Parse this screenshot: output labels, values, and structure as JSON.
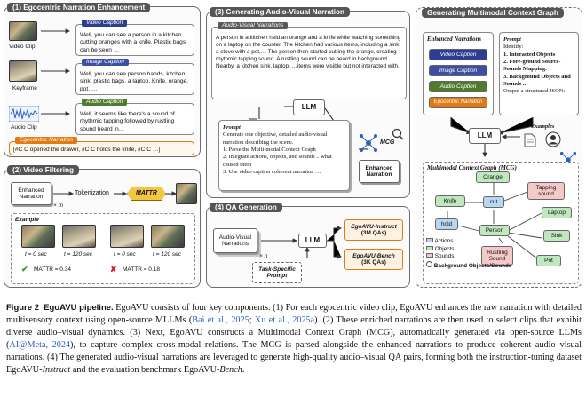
{
  "panels": {
    "p1_title": "(1) Egocentric Narration Enhancement",
    "p2_title": "(2) Video Filtering",
    "p3_title": "(3) Generating Audio-Visual Narration",
    "p4_title": "(4) QA Generation",
    "p5_title": "Generating Multimodal Context Graph"
  },
  "p1": {
    "video_clip_label": "Video Clip",
    "keyframe_label": "Keyframe",
    "audio_clip_label": "Audio Clip",
    "video_caption_tag": "Video Caption",
    "video_caption_text": "Well, you can see a person in a kitchen cutting oranges with a knife. Plastic bags can be seen …",
    "image_caption_tag": "Image Caption",
    "image_caption_text": "Well, you can see person hands, kitchen sink, plastic bags, a laptop, Knife, orange, pot, …",
    "audio_caption_tag": "Audio Caption",
    "audio_caption_text": "Well, it seems like there's a sound of rhythmic tapping followed by rustling sound heard in…",
    "ego_narration_tag": "Egocentric Narration",
    "ego_narration_text": "[#C C opened the drawer, #C C holds the knife, #C C …]"
  },
  "p2": {
    "enhanced_narration": "Enhanced Narration",
    "times_m": "× m",
    "tokenization": "Tokenization",
    "mattr": "MATTR",
    "example_label": "Example",
    "t0_a": "t = 0 sec",
    "t120_a": "t = 120 sec",
    "t0_b": "t = 0 sec",
    "t120_b": "t = 120 sec",
    "check": "✔",
    "cross": "✘",
    "mattr_a": "MATTR = 0.34",
    "mattr_b": "MATTR = 0.18"
  },
  "p3": {
    "av_tag": "Audio-Visual Narrations",
    "av_text": "A person in a kitchen held an orange and a knife while watching something on a laptop on the counter. The kitchen had various items, including a sink, a stove with a pot,… The person then started cutting the orange, creating rhythmic tapping sound. A rustling sound can be heard in background. Nearby, a kitchen sink, laptop, …items were visible but not interacted with.",
    "llm": "LLM",
    "prompt_label": "Prompt",
    "prompt_intro": "Generate one objective, detailed audio-visual narration describing the scene.",
    "step1": "1. Parse the Multi-modal Context Graph",
    "step2": "2. Integrate actions, objects, and sounds .. what caused them",
    "step3": "3. Use video caption coherent narration …",
    "mcg": "MCG",
    "enhanced_narration": "Enhanced Narration"
  },
  "p4": {
    "av_narrations": "Audio-Visual Narrations",
    "times_n": "× n",
    "llm": "LLM",
    "task_prompt": "Task-Specific Prompt",
    "instruct": "EgoAVU-Instruct",
    "instruct_count": "(3M QAs)",
    "bench": "EgoAVU-Bench",
    "bench_count": "(3K QAs)"
  },
  "p5": {
    "enhanced_narrations": "Enhanced Narrations",
    "video_caption": "Video Caption",
    "image_caption": "Image Caption",
    "audio_caption": "Audio Caption",
    "ego_narration": "Egocentric Narration",
    "prompt_label": "Prompt",
    "prompt_text": "Identify:",
    "prompt_i1": "1. Interacted Objects",
    "prompt_i2": "2. Fore-ground Source-Sounds Mapping.",
    "prompt_i3": "3. Background Objects and Sounds ..",
    "prompt_out": "Output a structured JSON:",
    "llm": "LLM",
    "examples": "Examples",
    "mcg_title": "Multimodal Context Graph (MCG)",
    "nodes": {
      "orange": "Orange",
      "knife": "Knife",
      "cut": "cut",
      "tapping": "Tapping sound",
      "laptop": "Laptop",
      "hold": "hold",
      "person": "Person",
      "sink": "Sink",
      "rustling": "Rustling Sound",
      "pot": "Pot"
    },
    "legend": [
      "Actions",
      "Objects",
      "Sounds",
      "Background Objects/Sounds"
    ]
  },
  "caption": {
    "fig_label": "Figure 2",
    "fig_title": "EgoAVU pipeline.",
    "t1": " EgoAVU consists of four key components. (1) For each egocentric video clip, EgoAVU enhances the raw narration with detailed multisensory context using open-source MLLMs (",
    "c1": "Bai et al., 2025",
    "t2": "; ",
    "c2": "Xu et al., 2025a",
    "t3": "). (2) These enriched narrations are then used to select clips that exhibit diverse audio–visual dynamics. (3) Next, EgoAVU constructs a Multimodal Context Graph (MCG), automatically generated via open-source LLMs (",
    "c3": "AI@Meta, 2024",
    "t4": "), to capture complex cross-modal relations. The MCG is parsed alongside the enhanced narrations to produce coherent audio–visual narrations. (4) The generated audio-visual narrations are leveraged to generate high-quality audio–visual QA pairs, forming both the instruction-tuning dataset EgoAVU-",
    "i1": "Instruct",
    "t5": " and the evaluation benchmark EgoAVU-",
    "i2": "Bench",
    "t6": "."
  },
  "colors": {
    "video": "#2b3e8f",
    "image": "#3d4fa3",
    "audio": "#4e7c2c",
    "ego": "#e07a12",
    "action": "#b9d7f3",
    "object": "#bfe8bf",
    "sound": "#f6c9c9",
    "link": "#2f5fbf"
  }
}
